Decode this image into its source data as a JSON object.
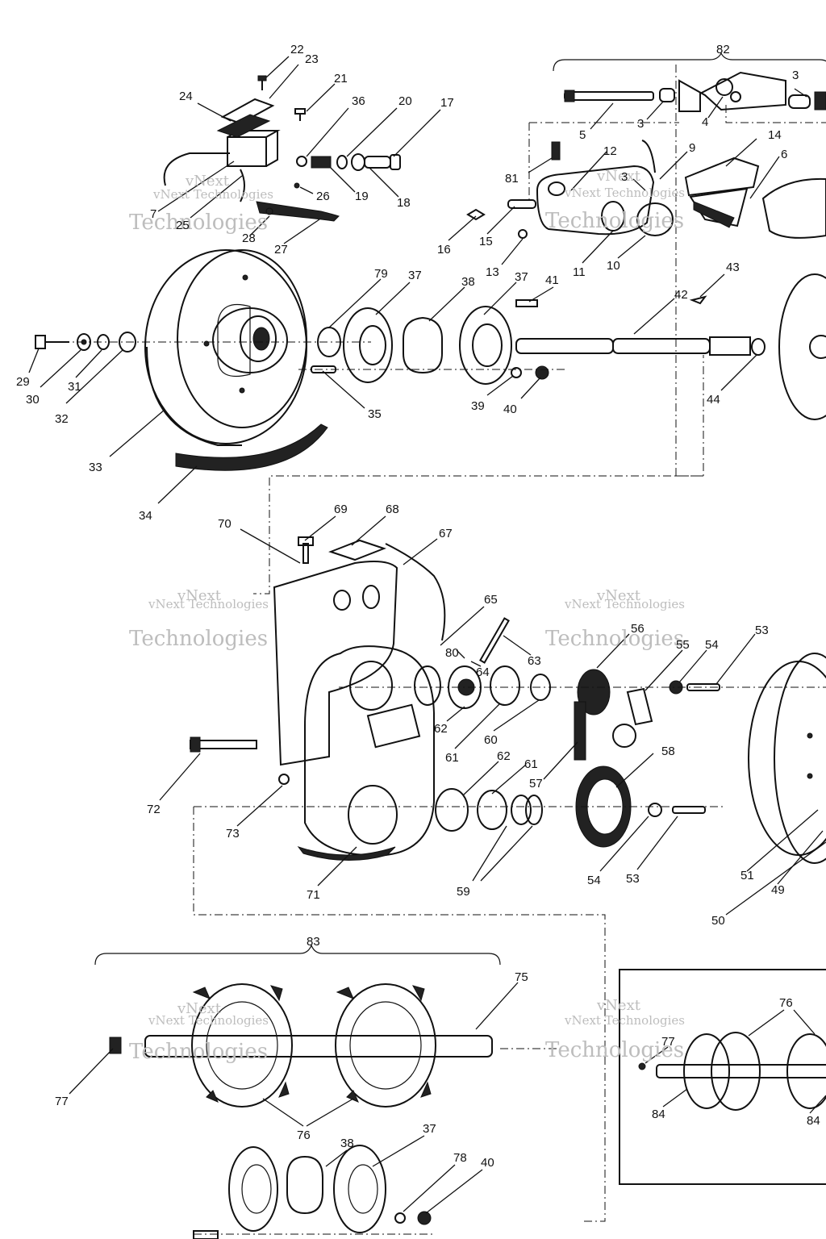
{
  "watermark": {
    "line1": "vNext",
    "line2": "vNext Technologies",
    "line3": "Technologies",
    "color": "#bdbdbd"
  },
  "group_labels": {
    "g82": "82",
    "g83": "83"
  },
  "callouts": [
    {
      "id": "22",
      "t": "22"
    },
    {
      "id": "23",
      "t": "23"
    },
    {
      "id": "21",
      "t": "21"
    },
    {
      "id": "24",
      "t": "24"
    },
    {
      "id": "36",
      "t": "36"
    },
    {
      "id": "20",
      "t": "20"
    },
    {
      "id": "17",
      "t": "17"
    },
    {
      "id": "7",
      "t": "7"
    },
    {
      "id": "25",
      "t": "25"
    },
    {
      "id": "26",
      "t": "26"
    },
    {
      "id": "19",
      "t": "19"
    },
    {
      "id": "18",
      "t": "18"
    },
    {
      "id": "28",
      "t": "28"
    },
    {
      "id": "27",
      "t": "27"
    },
    {
      "id": "5",
      "t": "5"
    },
    {
      "id": "3a",
      "t": "3"
    },
    {
      "id": "4",
      "t": "4"
    },
    {
      "id": "3b",
      "t": "3"
    },
    {
      "id": "81",
      "t": "81"
    },
    {
      "id": "12",
      "t": "12"
    },
    {
      "id": "9",
      "t": "9"
    },
    {
      "id": "14",
      "t": "14"
    },
    {
      "id": "6",
      "t": "6"
    },
    {
      "id": "3c",
      "t": "3"
    },
    {
      "id": "16",
      "t": "16"
    },
    {
      "id": "15",
      "t": "15"
    },
    {
      "id": "13",
      "t": "13"
    },
    {
      "id": "11",
      "t": "11"
    },
    {
      "id": "10",
      "t": "10"
    },
    {
      "id": "79",
      "t": "79"
    },
    {
      "id": "37a",
      "t": "37"
    },
    {
      "id": "38a",
      "t": "38"
    },
    {
      "id": "37b",
      "t": "37"
    },
    {
      "id": "41",
      "t": "41"
    },
    {
      "id": "43",
      "t": "43"
    },
    {
      "id": "42",
      "t": "42"
    },
    {
      "id": "29",
      "t": "29"
    },
    {
      "id": "30",
      "t": "30"
    },
    {
      "id": "31",
      "t": "31"
    },
    {
      "id": "32",
      "t": "32"
    },
    {
      "id": "35",
      "t": "35"
    },
    {
      "id": "39",
      "t": "39"
    },
    {
      "id": "40a",
      "t": "40"
    },
    {
      "id": "44",
      "t": "44"
    },
    {
      "id": "33",
      "t": "33"
    },
    {
      "id": "34",
      "t": "34"
    },
    {
      "id": "69",
      "t": "69"
    },
    {
      "id": "68",
      "t": "68"
    },
    {
      "id": "70",
      "t": "70"
    },
    {
      "id": "67",
      "t": "67"
    },
    {
      "id": "65",
      "t": "65"
    },
    {
      "id": "56",
      "t": "56"
    },
    {
      "id": "55",
      "t": "55"
    },
    {
      "id": "54a",
      "t": "54"
    },
    {
      "id": "53a",
      "t": "53"
    },
    {
      "id": "80",
      "t": "80"
    },
    {
      "id": "64",
      "t": "64"
    },
    {
      "id": "63",
      "t": "63"
    },
    {
      "id": "62a",
      "t": "62"
    },
    {
      "id": "61a",
      "t": "61"
    },
    {
      "id": "60",
      "t": "60"
    },
    {
      "id": "62b",
      "t": "62"
    },
    {
      "id": "61b",
      "t": "61"
    },
    {
      "id": "58",
      "t": "58"
    },
    {
      "id": "57",
      "t": "57"
    },
    {
      "id": "72",
      "t": "72"
    },
    {
      "id": "73",
      "t": "73"
    },
    {
      "id": "71",
      "t": "71"
    },
    {
      "id": "59",
      "t": "59"
    },
    {
      "id": "54b",
      "t": "54"
    },
    {
      "id": "53b",
      "t": "53"
    },
    {
      "id": "51",
      "t": "51"
    },
    {
      "id": "49",
      "t": "49"
    },
    {
      "id": "50",
      "t": "50"
    },
    {
      "id": "75",
      "t": "75"
    },
    {
      "id": "76a",
      "t": "76"
    },
    {
      "id": "77a",
      "t": "77"
    },
    {
      "id": "76b",
      "t": "76"
    },
    {
      "id": "77b",
      "t": "77"
    },
    {
      "id": "84a",
      "t": "84"
    },
    {
      "id": "84b",
      "t": "84"
    },
    {
      "id": "38b",
      "t": "38"
    },
    {
      "id": "37c",
      "t": "37"
    },
    {
      "id": "78",
      "t": "78"
    },
    {
      "id": "40b",
      "t": "40"
    }
  ]
}
